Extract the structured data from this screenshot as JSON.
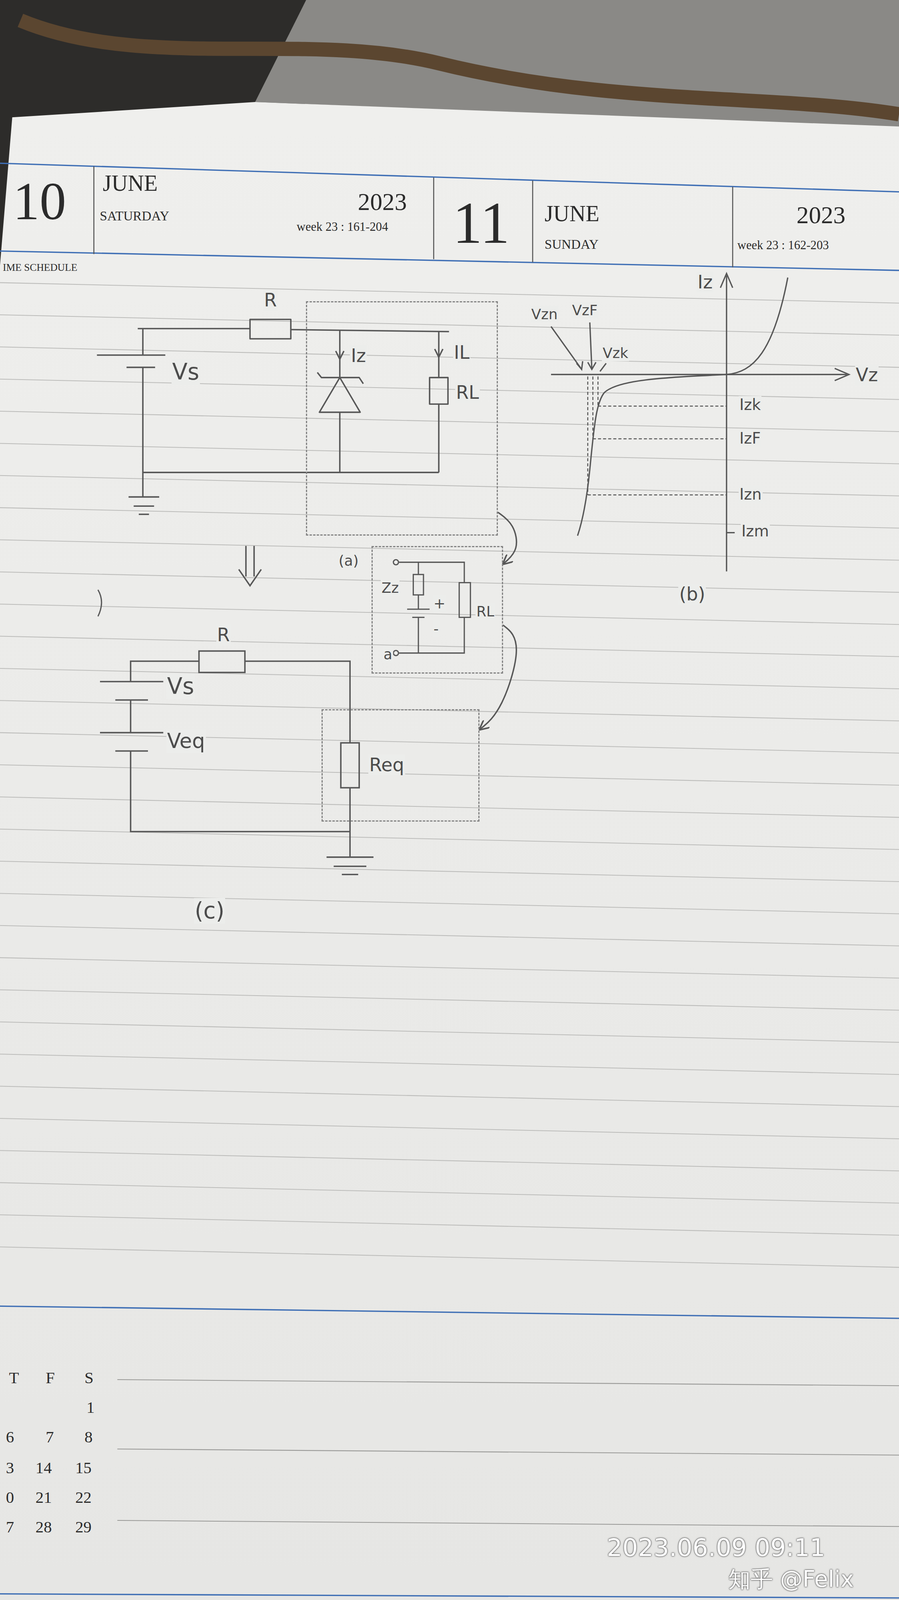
{
  "diagram": {
    "nodes": [
      {
        "text": [
          "Iz",
          "IL",
          "RL"
        ]
      },
      {
        "text": [
          "(a)",
          "Zz",
          "+",
          "-",
          "RL",
          "a"
        ]
      },
      {
        "text": [
          "Req"
        ]
      }
    ],
    "edges": [
      {
        "from": 0,
        "to": 1,
        "arrow": "to"
      },
      {
        "from": 1,
        "to": 2,
        "arrow": "to"
      }
    ],
    "labels": [
      "IME SCHEDULE",
      "10",
      "JUNE",
      "SATURDAY",
      "2023",
      "week 23 : 161-204",
      "11",
      "JUNE",
      "SUNDAY",
      "2023",
      "week 23 : 162-203",
      "R",
      "Vs",
      "Vzn",
      "VzF",
      "Vzk",
      "Iz",
      "Vz",
      "Izk",
      "IzF",
      "Izn",
      "Izm",
      "(b)",
      "R",
      "Vs",
      "Veq",
      "(c)",
      "T",
      "F",
      "S",
      "1",
      "6",
      "7",
      "8",
      "3",
      "14",
      "15",
      "0",
      "21",
      "22",
      "7",
      "28",
      "29",
      "2023.06.09 09:11",
      "知乎 @Felix"
    ]
  }
}
